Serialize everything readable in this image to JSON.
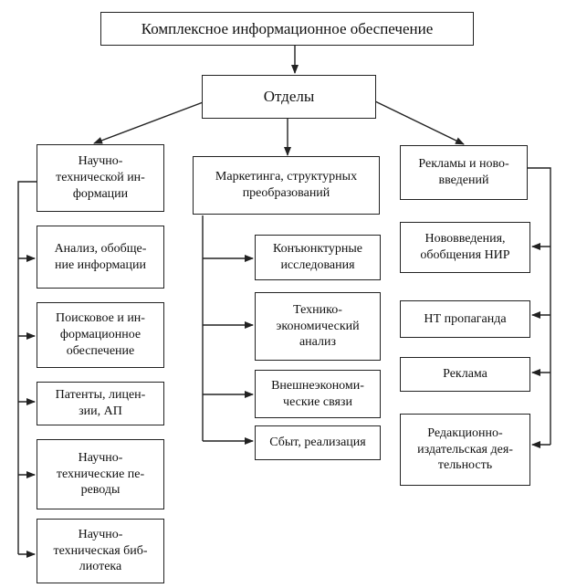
{
  "root": "Комплексное информационное обеспечение",
  "departments_label": "Отделы",
  "branches": [
    {
      "title": "Научно-\nтехнической ин-\nформации",
      "children": [
        "Анализ, обобще-\nние информации",
        "Поисковое и ин-\nформационное\nобеспечение",
        "Патенты, лицен-\nзии, АП",
        "Научно-\nтехнические пе-\nреводы",
        "Научно-\nтехническая биб-\nлиотека"
      ]
    },
    {
      "title": "Маркетинга, структурных\nпреобразований",
      "children": [
        "Конъюнктурные\nисследования",
        "Технико-\nэкономический\nанализ",
        "Внешнеэкономи-\nческие связи",
        "Сбыт, реализация"
      ]
    },
    {
      "title": "Рекламы и ново-\nвведений",
      "children": [
        "Нововведения,\nобобщения НИР",
        "НТ пропаганда",
        "Реклама",
        "Редакционно-\nиздательская дея-\nтельность"
      ]
    }
  ]
}
